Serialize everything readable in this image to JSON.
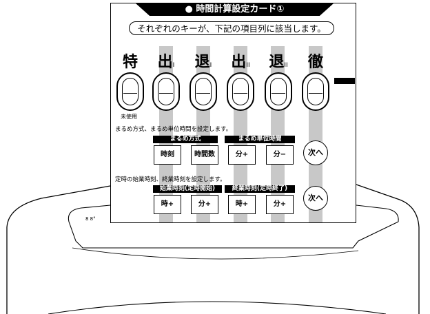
{
  "card": {
    "title": "● 時間計算設定カード①",
    "subtitle": "それぞれのキーが、下記の項目列に該当します。",
    "keys": [
      {
        "label": "特",
        "sub": ""
      },
      {
        "label": "出",
        "sub": "I"
      },
      {
        "label": "退",
        "sub": "I"
      },
      {
        "label": "出",
        "sub": "II"
      },
      {
        "label": "退",
        "sub": "II"
      },
      {
        "label": "徹",
        "sub": ""
      }
    ],
    "unused_label": "未使用",
    "section1": {
      "instruction": "まるめ方式、まるめ単位時間を設定します。",
      "group_a": "まるめ方式",
      "group_b": "まるめ単位時間",
      "buttons": [
        "時刻",
        "時間数",
        "分+",
        "分−"
      ],
      "next": "次へ"
    },
    "section2": {
      "instruction": "定時の始業時刻、終業時刻を設定します。",
      "group_a": "始業時刻(定時開始)",
      "group_b": "終業時刻(定時終了)",
      "buttons": [
        "時+",
        "分+",
        "時+",
        "分+"
      ],
      "next": "次へ"
    }
  },
  "machine": {
    "label": "8 8°"
  }
}
